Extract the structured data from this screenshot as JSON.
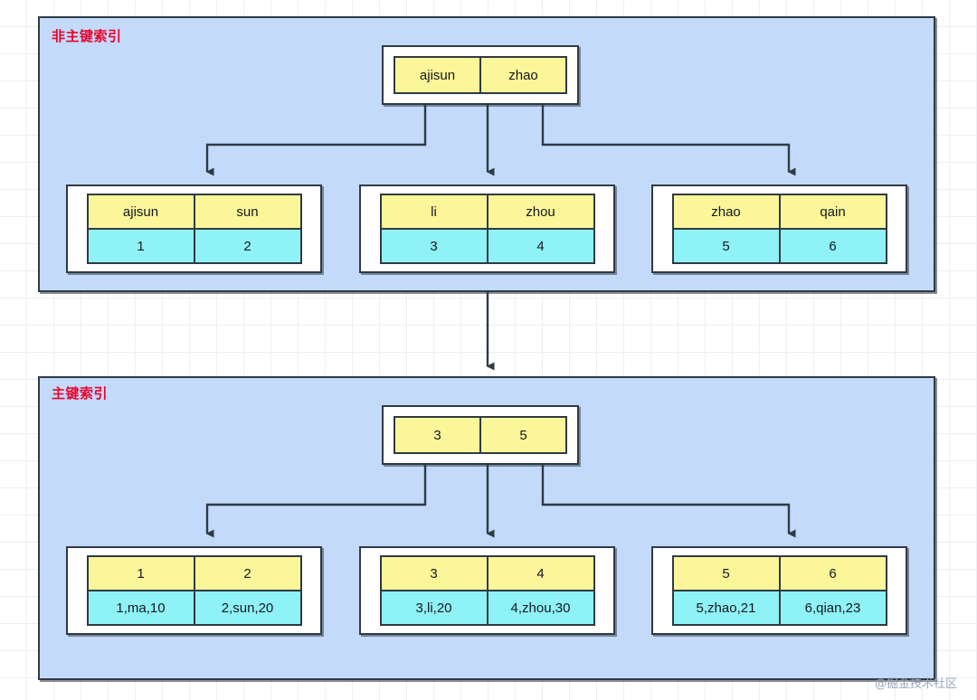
{
  "diagram": {
    "title_watermark": "@掘金技术社区",
    "colors": {
      "panel_fill": "#c3dafa",
      "panel_stroke": "#2f3a44",
      "key_cell": "#fbf69a",
      "value_cell": "#8ef2f7",
      "label_red": "#e8042c",
      "node_fill": "#ffffff",
      "grid_line": "#eceff1"
    },
    "sections": [
      {
        "label": "非主键索引",
        "root": {
          "cells": [
            {
              "text": "ajisun",
              "type": "key"
            },
            {
              "text": "zhao",
              "type": "key"
            }
          ]
        },
        "leaves": [
          {
            "keys": [
              "ajisun",
              "sun"
            ],
            "values": [
              "1",
              "2"
            ]
          },
          {
            "keys": [
              "li",
              "zhou"
            ],
            "values": [
              "3",
              "4"
            ]
          },
          {
            "keys": [
              "zhao",
              "qain"
            ],
            "values": [
              "5",
              "6"
            ]
          }
        ]
      },
      {
        "label": "主键索引",
        "root": {
          "cells": [
            {
              "text": "3",
              "type": "key"
            },
            {
              "text": "5",
              "type": "key"
            }
          ]
        },
        "leaves": [
          {
            "keys": [
              "1",
              "2"
            ],
            "values": [
              "1,ma,10",
              "2,sun,20"
            ]
          },
          {
            "keys": [
              "3",
              "4"
            ],
            "values": [
              "3,li,20",
              "4,zhou,30"
            ]
          },
          {
            "keys": [
              "5",
              "6"
            ],
            "values": [
              "5,zhao,21",
              "6,qian,23"
            ]
          }
        ]
      }
    ]
  }
}
